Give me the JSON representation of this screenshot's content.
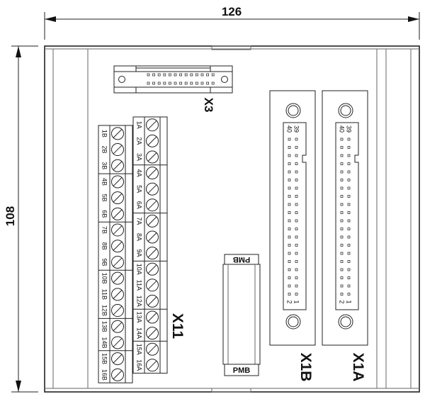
{
  "dimensions": {
    "width": "126",
    "height": "108"
  },
  "labels": {
    "x3": "X3",
    "x11": "X11",
    "x1b": "X1B",
    "x1a": "X1A",
    "pmb_top": "PMB",
    "pmb_bottom": "PMB"
  },
  "terminals_a": [
    "1A",
    "2A",
    "3A",
    "4A",
    "5A",
    "6A",
    "7A",
    "8A",
    "9A",
    "10A",
    "11A",
    "12A",
    "13A",
    "14A",
    "15A",
    "16A"
  ],
  "terminals_b": [
    "1B",
    "2B",
    "3B",
    "4B",
    "5B",
    "6B",
    "7B",
    "8B",
    "9B",
    "10B",
    "11B",
    "12B",
    "13B",
    "14B",
    "15B",
    "16B"
  ],
  "pin_labels": {
    "top_left": "40",
    "top_right": "39",
    "bottom_left": "2",
    "bottom_right": "1"
  }
}
